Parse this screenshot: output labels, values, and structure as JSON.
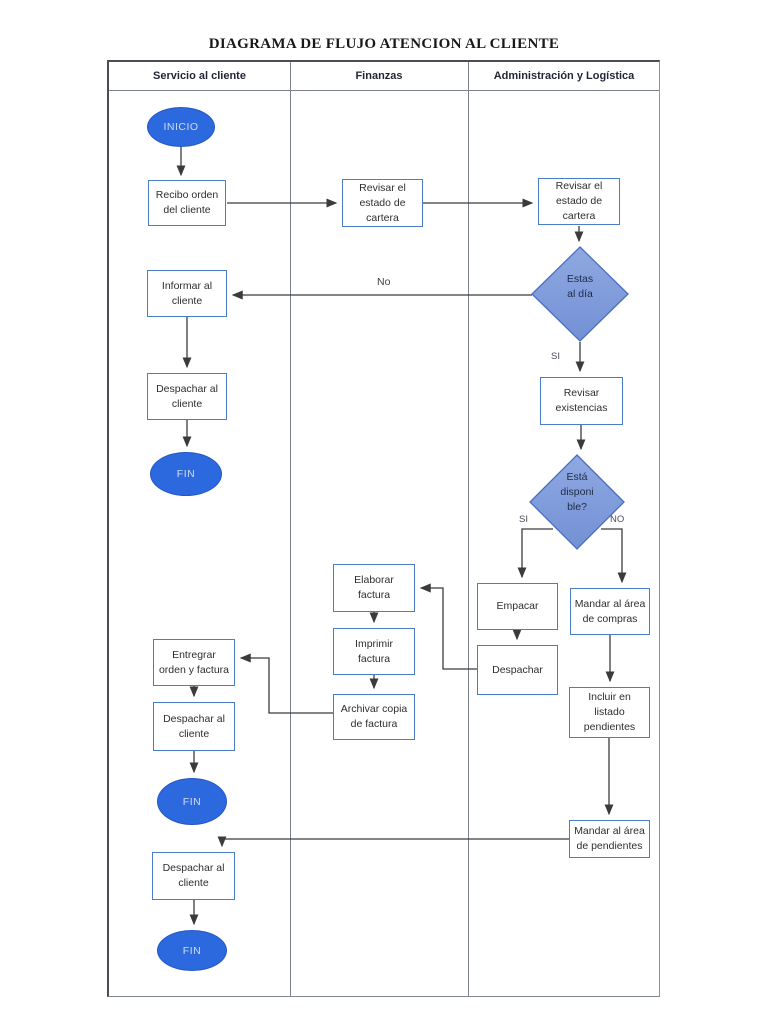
{
  "title": "DIAGRAMA DE FLUJO ATENCION AL CLIENTE",
  "lanes": {
    "servicio": "Servicio al cliente",
    "finanzas": "Finanzas",
    "admin": "Administración y Logística"
  },
  "nodes": {
    "inicio": "INICIO",
    "recibo_orden": "Recibo orden\ndel cliente",
    "revisar_cartera_finanzas": "Revisar el\nestado de\ncartera",
    "revisar_cartera_admin": "Revisar el\nestado de\ncartera",
    "estas_al_dia": "Estas\nal día",
    "informar_cliente": "Informar al\ncliente",
    "despachar_cliente_1": "Despachar al\ncliente",
    "fin_1": "FIN",
    "revisar_existencias": "Revisar\nexistencias",
    "esta_disponible": "Está\ndisponi\nble?",
    "empacar": "Empacar",
    "mandar_area_compras": "Mandar al área\nde compras",
    "despachar": "Despachar",
    "elaborar_factura": "Elaborar\nfactura",
    "imprimir_factura": "Imprimir\nfactura",
    "archivar_copia": "Archivar copia\nde factura",
    "entregrar_orden": "Entregrar\norden y factura",
    "despachar_cliente_2": "Despachar al\ncliente",
    "fin_2": "FIN",
    "incluir_listado": "Incluir en\nlistado\npendientes",
    "mandar_area_pendientes": "Mandar al área\nde pendientes",
    "despachar_cliente_3": "Despachar al\ncliente",
    "fin_3": "FIN"
  },
  "edge_labels": {
    "no_al_dia": "No",
    "si_al_dia": "SI",
    "si_disponible": "SI",
    "no_disponible": "NO"
  },
  "colors": {
    "terminator_fill": "#2d69de",
    "terminator_text": "#cfdef5",
    "process_border": "#4a7dc9",
    "decision_fill_top": "#8fa9e1",
    "decision_fill_bottom": "#7390d5",
    "decision_border": "#4a6fc0",
    "connector": "#3b3b3b",
    "lane_border": "#7d838c"
  }
}
